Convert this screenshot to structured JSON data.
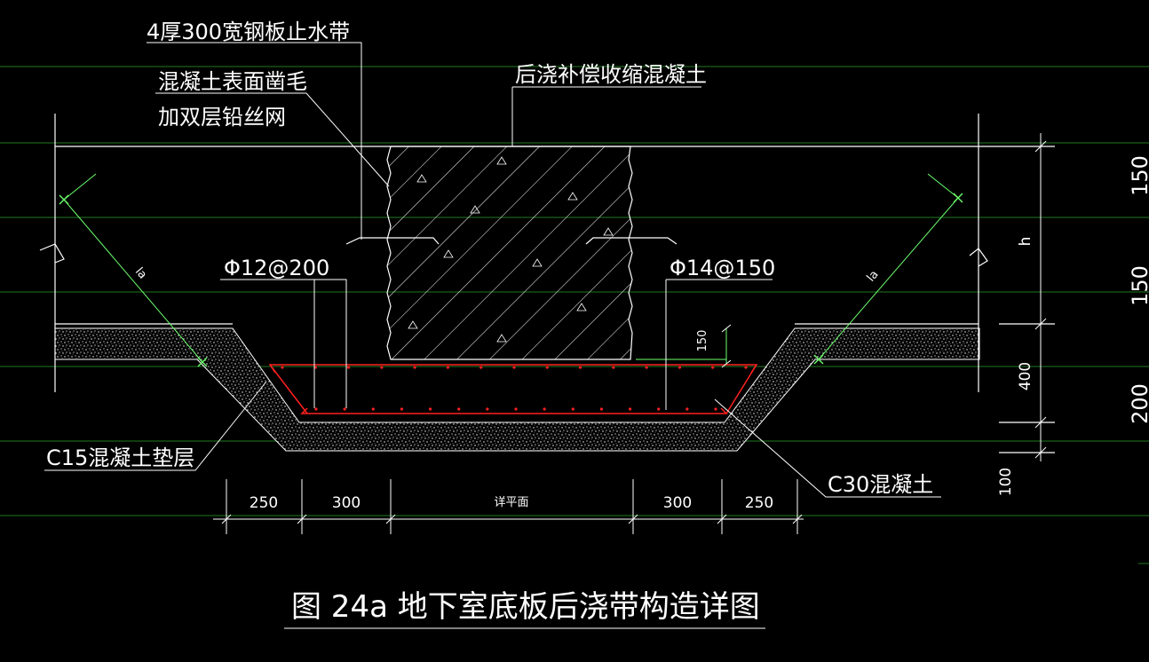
{
  "drawing": {
    "colors": {
      "background": "#000000",
      "line": "#ffffff",
      "rebar": "#ff2020",
      "anchor": "#6cff6c",
      "grid": "#1f7a1f"
    },
    "labels": {
      "steel_waterstop": "4厚300宽钢板止水带",
      "roughen_line1": "混凝土表面凿毛",
      "roughen_line2": "加双层铅丝网",
      "post_pour": "后浇补偿收缩混凝土",
      "rebar_left": "Φ12@200",
      "rebar_right": "Φ14@150",
      "c15": "C15混凝土垫层",
      "c30": "C30混凝土",
      "anchor_left": "la",
      "anchor_right": "la"
    },
    "dimensions": {
      "bottom": [
        "250",
        "300",
        "详平面",
        "300",
        "250"
      ],
      "dim_150": "150",
      "right_h": "h",
      "right_400": "400",
      "right_100": "100",
      "edge_150_top": "150",
      "edge_150_mid": "150",
      "edge_200": "200"
    },
    "title": "图 24a  地下室底板后浇带构造详图"
  }
}
